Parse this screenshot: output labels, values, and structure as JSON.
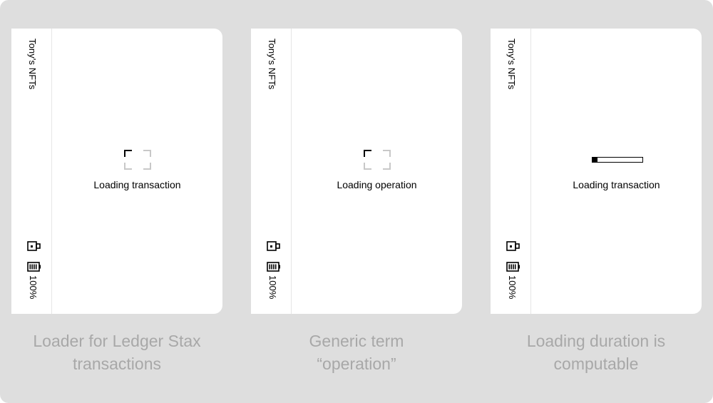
{
  "colors": {
    "background": "#dedede",
    "device_screen": "#ffffff",
    "caption_text": "#a8a8a8",
    "ink": "#000000"
  },
  "panels": [
    {
      "device_name": "Tony's NFTs",
      "battery_level": "100%",
      "status_icons": [
        "usb-icon",
        "battery-icon"
      ],
      "loader_type": "corner-brackets-spinner",
      "loading_text": "Loading transaction",
      "caption_line1": "Loader for Ledger Stax",
      "caption_line2": "transactions"
    },
    {
      "device_name": "Tony's NFTs",
      "battery_level": "100%",
      "status_icons": [
        "usb-icon",
        "battery-icon"
      ],
      "loader_type": "corner-brackets-spinner",
      "loading_text": "Loading operation",
      "caption_line1": "Generic term",
      "caption_line2": "“operation”"
    },
    {
      "device_name": "Tony's NFTs",
      "battery_level": "100%",
      "status_icons": [
        "usb-icon",
        "battery-icon"
      ],
      "loader_type": "progress-bar",
      "progress": 0.1,
      "loading_text": "Loading transaction",
      "caption_line1": "Loading duration is",
      "caption_line2": "computable"
    }
  ]
}
